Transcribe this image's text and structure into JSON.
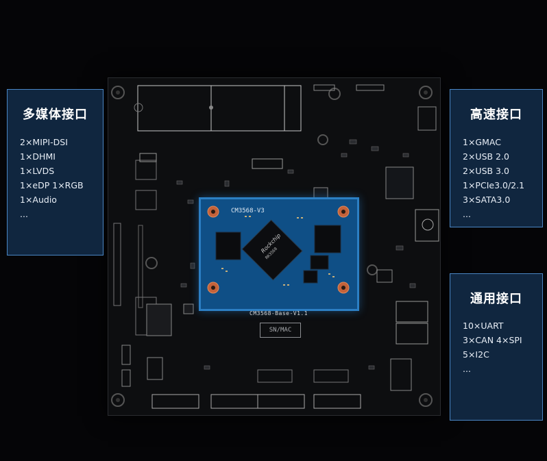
{
  "panels": {
    "multimedia": {
      "title": "多媒体接口",
      "items": [
        "2×MIPI-DSI",
        "1×DHMI",
        "1×LVDS",
        "1×eDP  1×RGB",
        "1×Audio",
        "..."
      ]
    },
    "highspeed": {
      "title": "高速接口",
      "items": [
        "1×GMAC",
        "2×USB 2.0",
        "2×USB 3.0",
        "1×PCIe3.0/2.1",
        "3×SATA3.0",
        "..."
      ]
    },
    "general": {
      "title": "通用接口",
      "items": [
        "10×UART",
        "3×CAN 4×SPI",
        "5×I2C",
        "..."
      ]
    }
  },
  "board": {
    "base_label": "CM3568-Base-V1.1",
    "module_label": "CM3568-V3",
    "sn_label": "SN/MAC",
    "chip_brand": "Rockchip",
    "chip_model": "RK3568"
  },
  "colors": {
    "background": "#050507",
    "board": "#0d0e10",
    "module": "#0f4f86",
    "panel_bg": "#10263f",
    "panel_border": "#4a86c5",
    "pad_orange": "#c4623a"
  }
}
